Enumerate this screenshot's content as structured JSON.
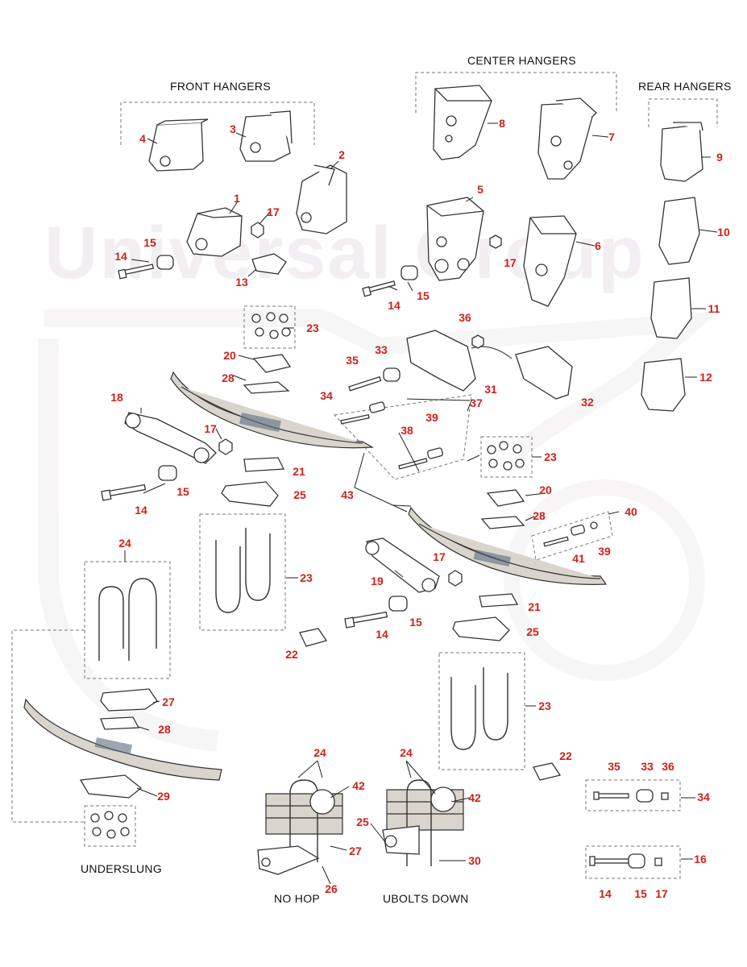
{
  "headers": {
    "front_hangers": "FRONT HANGERS",
    "center_hangers": "CENTER HANGERS",
    "rear_hangers": "REAR HANGERS",
    "underslung": "UNDERSLUNG",
    "no_hop": "NO HOP",
    "ubolts_down": "UBOLTS DOWN"
  },
  "watermark": "Universal Group",
  "colors": {
    "callout": "#d0201b",
    "line": "#333333",
    "watermark": "#f2eef1"
  },
  "callouts": [
    "1",
    "2",
    "3",
    "4",
    "5",
    "6",
    "7",
    "8",
    "9",
    "10",
    "11",
    "12",
    "13",
    "14",
    "14",
    "14",
    "14",
    "14",
    "15",
    "15",
    "15",
    "15",
    "15",
    "16",
    "17",
    "17",
    "17",
    "17",
    "17",
    "18",
    "19",
    "20",
    "20",
    "21",
    "21",
    "22",
    "22",
    "23",
    "23",
    "23",
    "23",
    "23",
    "24",
    "24",
    "24",
    "25",
    "25",
    "25",
    "26",
    "27",
    "27",
    "28",
    "28",
    "28",
    "29",
    "30",
    "31",
    "32",
    "33",
    "33",
    "34",
    "34",
    "35",
    "35",
    "36",
    "36",
    "37",
    "38",
    "39",
    "39",
    "40",
    "41",
    "42",
    "42",
    "43"
  ]
}
